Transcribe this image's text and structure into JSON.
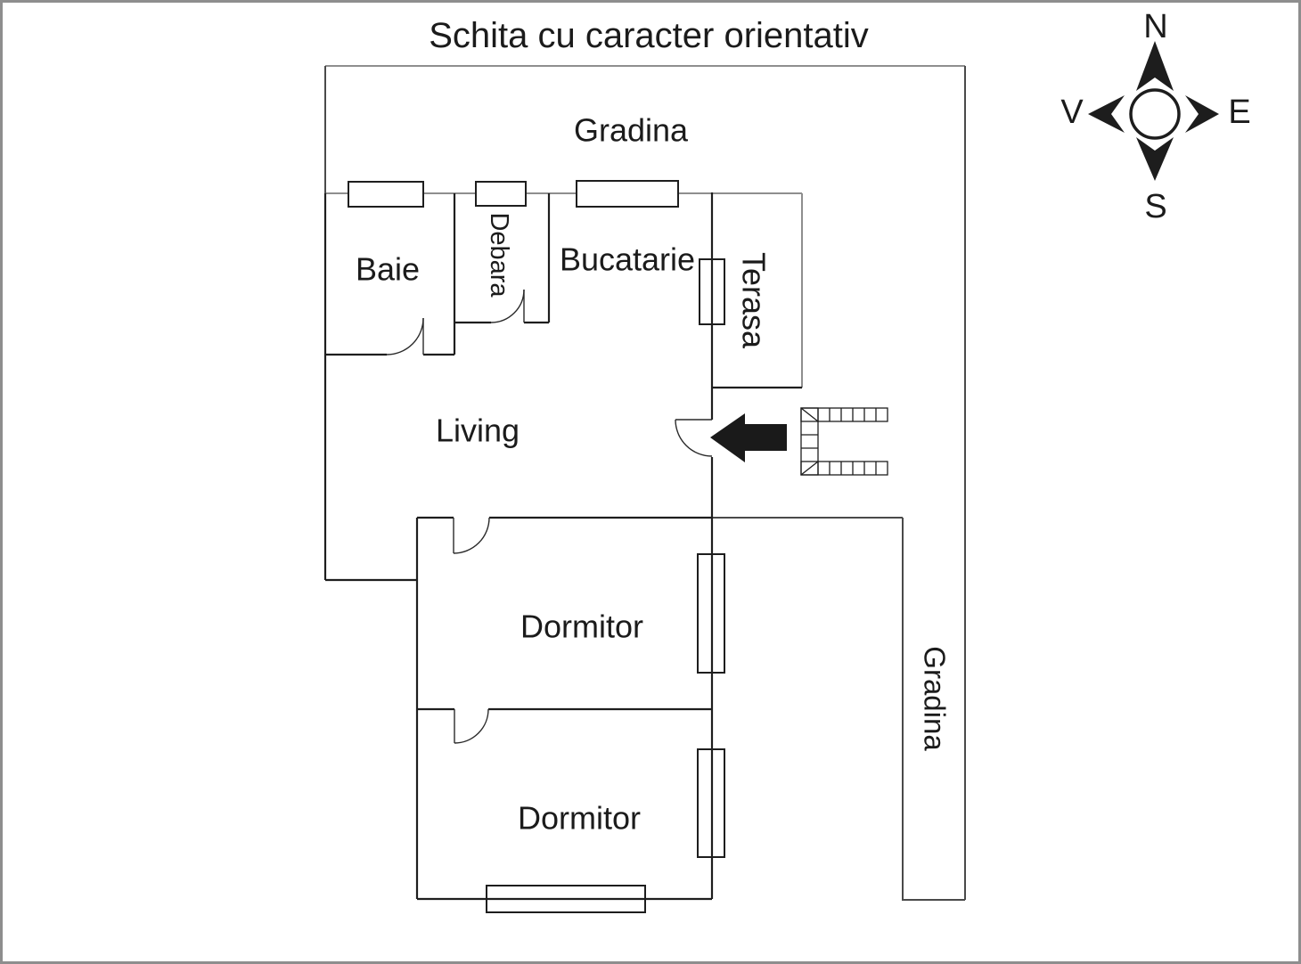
{
  "title": "Schita cu caracter orientativ",
  "labels": {
    "gradina_top": "Gradina",
    "baie": "Baie",
    "debara": "Debara",
    "bucatarie": "Bucatarie",
    "terasa": "Terasa",
    "living": "Living",
    "dormitor_1": "Dormitor",
    "dormitor_2": "Dormitor",
    "gradina_right": "Gradina"
  },
  "compass": {
    "north": "N",
    "east": "E",
    "south": "S",
    "west": "V"
  },
  "colors": {
    "interior_wall": "#1e1e1e",
    "garden_boundary": "#8e8e8e",
    "outer_boundary": "#3d3d3d",
    "arrow": "#1a1a1a"
  }
}
